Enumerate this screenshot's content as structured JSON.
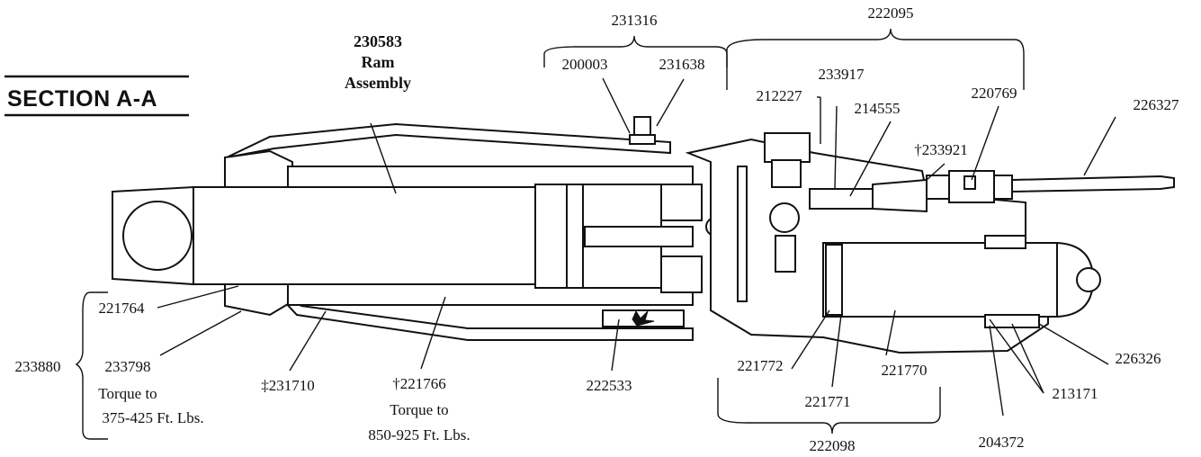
{
  "section_title": "SECTION A-A",
  "ram_assembly": {
    "part": "230583",
    "line1": "Ram",
    "line2": "Assembly"
  },
  "labels": {
    "p231316": "231316",
    "p222095": "222095",
    "p200003": "200003",
    "p231638": "231638",
    "p233917": "233917",
    "p212227": "212227",
    "p214555": "214555",
    "p220769": "220769",
    "p226327": "226327",
    "p233921": "†233921",
    "p221764": "221764",
    "p233880": "233880",
    "p233798": "233798",
    "p233798_torque1": "Torque to",
    "p233798_torque2": "375-425 Ft. Lbs.",
    "p231710": "‡231710",
    "p221766": "†221766",
    "p221766_torque1": "Torque to",
    "p221766_torque2": "850-925 Ft. Lbs.",
    "p222533": "222533",
    "p221772": "221772",
    "p221771": "221771",
    "p221770": "221770",
    "p222098": "222098",
    "p226326": "226326",
    "p213171": "213171",
    "p204372": "204372"
  }
}
